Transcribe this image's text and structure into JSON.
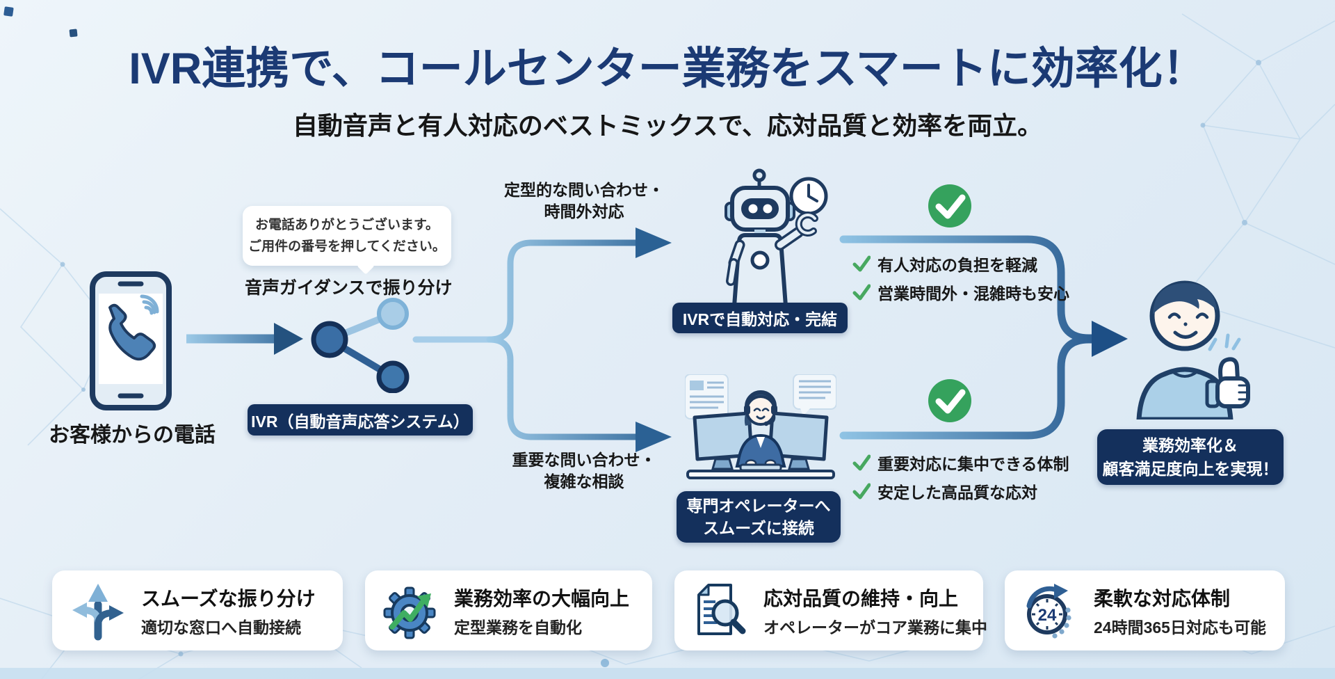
{
  "header": {
    "title": "IVR連携で、コールセンター業務をスマートに効率化！",
    "subtitle": "自動音声と有人対応のベストミックスで、応対品質と効率を両立。"
  },
  "flow": {
    "caller_label": "お客様からの電話",
    "bubble_line1": "お電話ありがとうございます。",
    "bubble_line2": "ご用件の番号を押してください。",
    "guidance_label": "音声ガイダンスで振り分け",
    "ivr_box_label": "IVR（自動音声応答システム）",
    "branch_top_line1": "定型的な問い合わせ・",
    "branch_top_line2": "時間外対応",
    "branch_bottom_line1": "重要な問い合わせ・",
    "branch_bottom_line2": "複雑な相談",
    "robot_box_label": "IVRで自動対応・完結",
    "operator_box_line1": "専門オペレーターへ",
    "operator_box_line2": "スムーズに接続",
    "robot_benefits": [
      "有人対応の負担を軽減",
      "営業時間外・混雑時も安心"
    ],
    "operator_benefits": [
      "重要対応に集中できる体制",
      "安定した高品質な応対"
    ],
    "outcome_line1": "業務効率化＆",
    "outcome_line2": "顧客満足度向上を実現！"
  },
  "cards": [
    {
      "icon": "branch-arrows-icon",
      "title": "スムーズな振り分け",
      "subtitle": "適切な窓口へ自動接続"
    },
    {
      "icon": "gear-growth-icon",
      "title": "業務効率の大幅向上",
      "subtitle": "定型業務を自動化"
    },
    {
      "icon": "document-magnifier-icon",
      "title": "応対品質の維持・向上",
      "subtitle": "オペレーターがコア業務に集中"
    },
    {
      "icon": "clock-24h-icon",
      "title": "柔軟な対応体制",
      "subtitle": "24時間365日対応も可能",
      "badge": "24"
    }
  ],
  "colors": {
    "title_navy": "#1b3a74",
    "box_navy": "#14305c",
    "arrow_dark": "#2a5f96",
    "arrow_light": "#9ecbe8",
    "success_green": "#35a25d",
    "check_green": "#47a860",
    "background": "#e3edf6"
  }
}
